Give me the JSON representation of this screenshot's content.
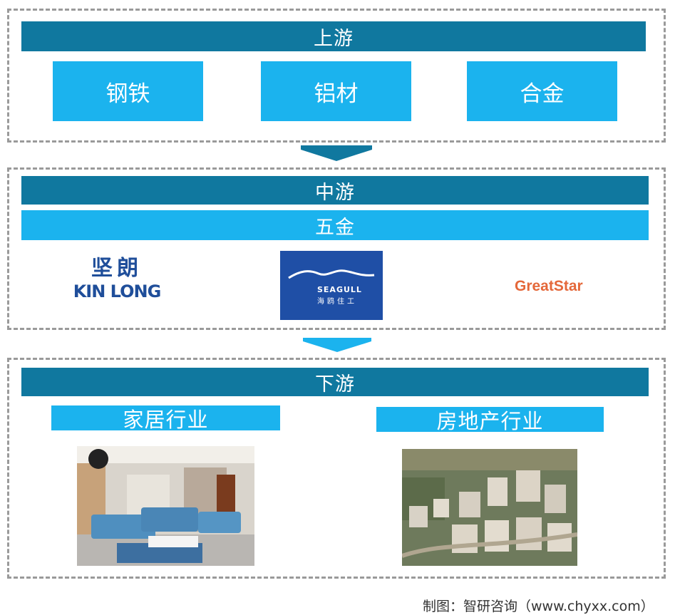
{
  "upstream": {
    "title": "上游",
    "items": [
      "钢铁",
      "铝材",
      "合金"
    ]
  },
  "midstream": {
    "title": "中游",
    "subtitle": "五金",
    "logos": [
      {
        "cn": "坚朗",
        "en": "KIN LONG"
      },
      {
        "en": "SEAGULL",
        "cn": "海鸥住工"
      },
      {
        "en": "GreatStar"
      }
    ]
  },
  "downstream": {
    "title": "下游",
    "categories": [
      "家居行业",
      "房地产行业"
    ]
  },
  "credit": "制图：智研咨询（www.chyxx.com）",
  "colors": {
    "dark_bar": "#10789f",
    "light_bar": "#1bb3ee",
    "kinlong_blue": "#1f4e9a",
    "seagull_bg": "#1f4fa6",
    "greatstar_orange": "#e4683a"
  }
}
